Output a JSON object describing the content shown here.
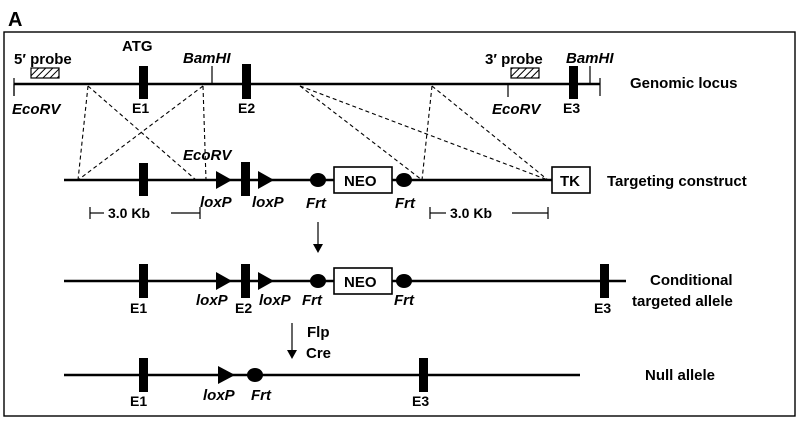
{
  "panel_label": "A",
  "tracks": {
    "genomic_locus": {
      "label": "Genomic locus",
      "five_probe": "5′ probe",
      "three_probe": "3′ probe",
      "atg": "ATG",
      "bamhi_1": "BamHI",
      "bamhi_2": "BamHI",
      "ecorv_1": "EcoRV",
      "ecorv_2": "EcoRV",
      "e1": "E1",
      "e2": "E2",
      "e3": "E3"
    },
    "targeting_construct": {
      "label": "Targeting construct",
      "ecorv": "EcoRV",
      "loxp_1": "loxP",
      "loxp_2": "loxP",
      "frt_1": "Frt",
      "frt_2": "Frt",
      "neo": "NEO",
      "tk": "TK",
      "arm_left": "3.0 Kb",
      "arm_right": "3.0 Kb"
    },
    "conditional_allele": {
      "label_line1": "Conditional",
      "label_line2": "targeted allele",
      "e1": "E1",
      "e2": "E2",
      "e3": "E3",
      "loxp_1": "loxP",
      "loxp_2": "loxP",
      "frt_1": "Frt",
      "frt_2": "Frt",
      "neo": "NEO"
    },
    "null_allele": {
      "label": "Null allele",
      "e1": "E1",
      "e3": "E3",
      "loxp": "loxP",
      "frt": "Frt"
    }
  },
  "recombinases": {
    "flp": "Flp",
    "cre": "Cre"
  }
}
